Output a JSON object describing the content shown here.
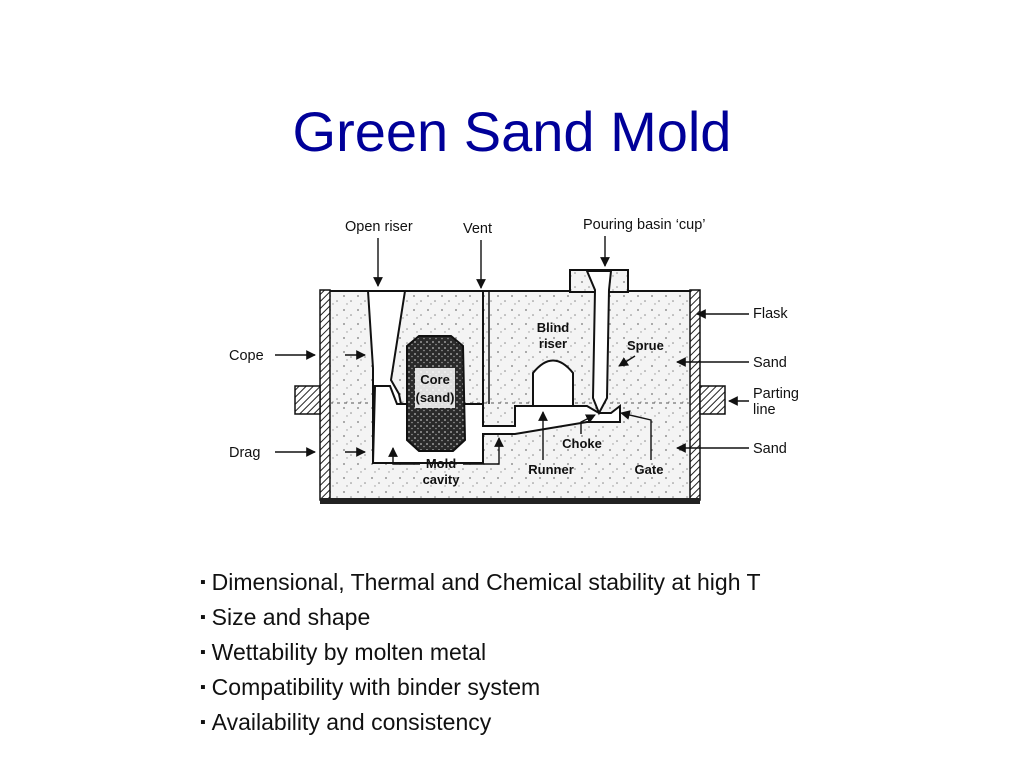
{
  "slide": {
    "title": "Green Sand Mold"
  },
  "diagram": {
    "labels": {
      "open_riser": "Open riser",
      "vent": "Vent",
      "pouring_basin": "Pouring basin ‘cup’",
      "flask": "Flask",
      "cope": "Cope",
      "sand_upper": "Sand",
      "parting_line_1": "Parting",
      "parting_line_2": "line",
      "drag": "Drag",
      "sand_lower": "Sand",
      "blind_riser_1": "Blind",
      "blind_riser_2": "riser",
      "sprue": "Sprue",
      "core_1": "Core",
      "core_2": "(sand)",
      "mold_cavity_1": "Mold",
      "mold_cavity_2": "cavity",
      "choke": "Choke",
      "runner": "Runner",
      "gate": "Gate"
    }
  },
  "bullets": {
    "marker": "▪",
    "items": [
      "Dimensional, Thermal and Chemical stability at high T",
      "Size and shape",
      "Wettability by molten metal",
      "Compatibility with binder system",
      "Availability and consistency"
    ]
  }
}
